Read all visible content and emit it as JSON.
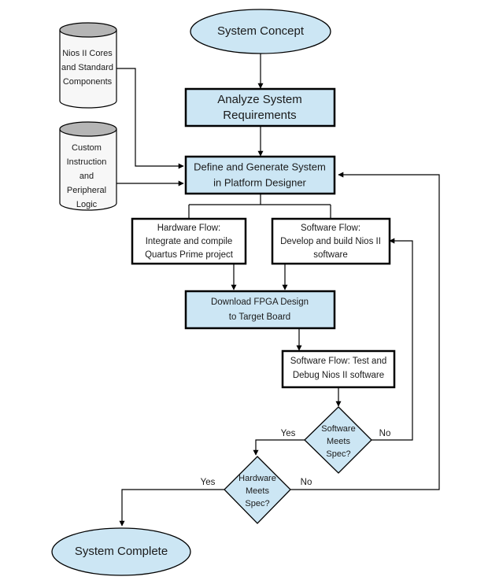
{
  "colors": {
    "fill": "#cce6f4",
    "stroke": "#000000",
    "cylinder_fill": "#f7f7f7",
    "cylinder_shadow": "#b5b5b5",
    "background": "#ffffff"
  },
  "terminators": {
    "start": "System Concept",
    "end": "System Complete"
  },
  "process": {
    "analyze": [
      "Analyze System",
      "Requirements"
    ],
    "define": [
      "Define and Generate System",
      "in Platform Designer"
    ],
    "download": [
      "Download FPGA Design",
      "to Target Board"
    ]
  },
  "flows": {
    "hardware": [
      "Hardware Flow:",
      "Integrate and compile",
      "Quartus Prime project"
    ],
    "software": [
      "Software Flow:",
      "Develop and build Nios II",
      "software"
    ],
    "test": [
      "Software Flow: Test and",
      "Debug Nios II software"
    ]
  },
  "inputs": {
    "cores": [
      "Nios II Cores",
      "and Standard",
      "Components"
    ],
    "custom": [
      "Custom",
      "Instruction",
      "and",
      "Peripheral",
      "Logic"
    ]
  },
  "decisions": {
    "software": [
      "Software",
      "Meets",
      "Spec?"
    ],
    "hardware": [
      "Hardware",
      "Meets",
      "Spec?"
    ]
  },
  "edge_labels": {
    "software_yes": "Yes",
    "software_no": "No",
    "hardware_yes": "Yes",
    "hardware_no": "No"
  }
}
